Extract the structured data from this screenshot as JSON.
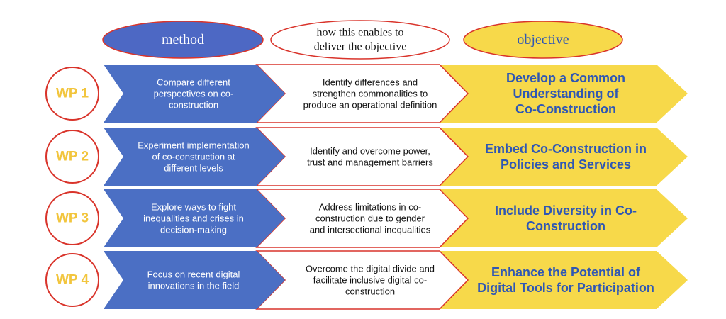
{
  "headers": {
    "method": "method",
    "enables": [
      "how this enables to",
      "deliver the objective"
    ],
    "objective": "objective"
  },
  "colors": {
    "method_fill": "#4b6fc4",
    "method_header_fill": "#4d68c4",
    "objective_fill": "#f7d94a",
    "objective_header_fill": "#f7d94a",
    "red_outline": "#d9342b",
    "wp_text": "#f2c53d",
    "objective_text": "#2f57b4",
    "white": "#ffffff",
    "dark_text": "#111111"
  },
  "rows": [
    {
      "wp": "WP 1",
      "method": [
        "Compare different",
        "perspectives on co-",
        "construction"
      ],
      "enables": [
        "Identify differences and",
        "strengthen commonalities to",
        "produce an operational definition"
      ],
      "objective": [
        "Develop a Common",
        "Understanding of",
        "Co-Construction"
      ]
    },
    {
      "wp": "WP 2",
      "method": [
        "Experiment implementation",
        "of co-construction at",
        "different levels"
      ],
      "enables": [
        "Identify and overcome power,",
        "trust and management barriers"
      ],
      "objective": [
        "Embed Co-Construction in",
        "Policies and Services"
      ]
    },
    {
      "wp": "WP 3",
      "method": [
        "Explore ways to fight",
        "inequalities and crises in",
        "decision-making"
      ],
      "enables": [
        "Address limitations in co-",
        "construction due to gender",
        "and intersectional inequalities"
      ],
      "objective": [
        "Include Diversity in Co-",
        "Construction"
      ]
    },
    {
      "wp": "WP 4",
      "method": [
        "Focus on recent digital",
        "innovations in the field"
      ],
      "enables": [
        "Overcome the digital divide and",
        "facilitate inclusive digital co-",
        "construction"
      ],
      "objective": [
        "Enhance the Potential of",
        "Digital Tools for Participation"
      ]
    }
  ]
}
